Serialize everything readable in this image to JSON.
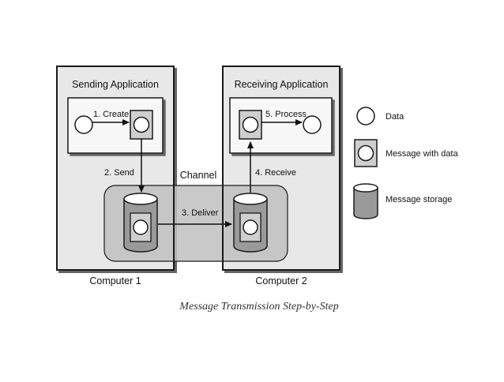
{
  "diagram": {
    "sending_app_title": "Sending Application",
    "receiving_app_title": "Receiving Application",
    "computer1_label": "Computer 1",
    "computer2_label": "Computer 2",
    "channel_label": "Channel",
    "steps": {
      "create": "1. Create",
      "send": "2. Send",
      "deliver": "3. Deliver",
      "receive": "4. Receive",
      "process": "5. Process"
    },
    "legend": {
      "data": "Data",
      "message_with_data": "Message with data",
      "message_storage": "Message storage"
    },
    "caption": "Message Transmission Step-by-Step"
  },
  "colors": {
    "computer_fill": "#e8e8e8",
    "app_fill": "#f7f7f7",
    "channel_fill": "#bfbfbf",
    "message_fill": "#cfcfcf",
    "cylinder_body": "#9a9a9a",
    "line": "#1a1a1a"
  }
}
